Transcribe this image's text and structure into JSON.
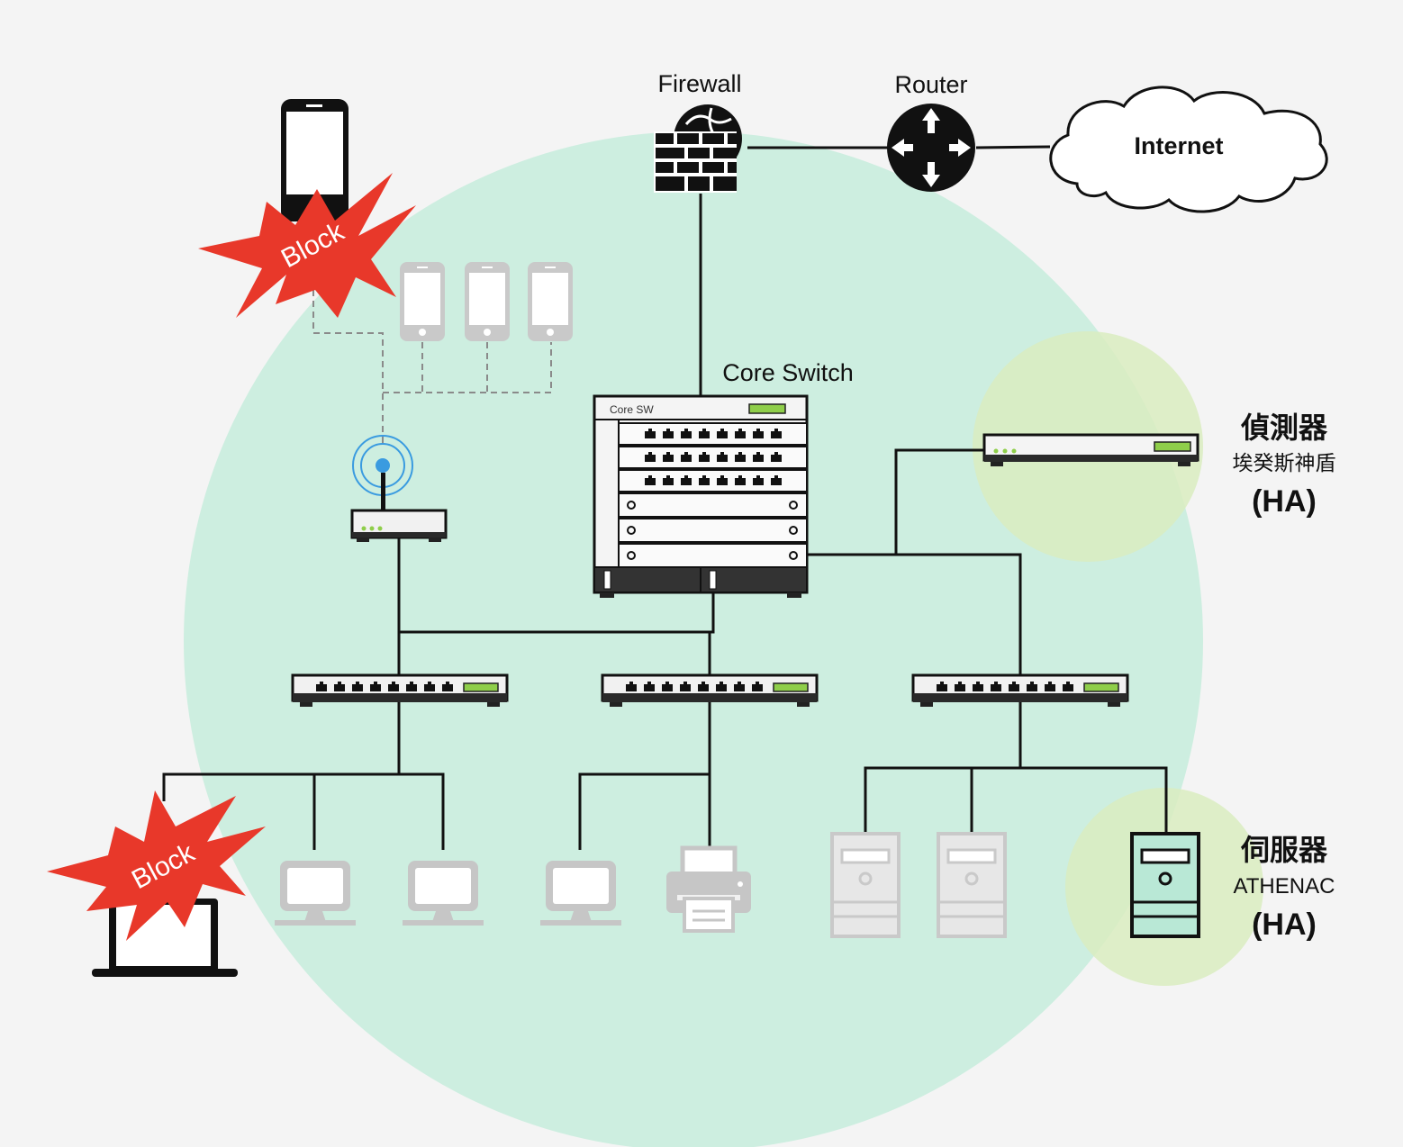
{
  "labels": {
    "firewall": "Firewall",
    "router": "Router",
    "internet": "Internet",
    "core_switch": "Core Switch",
    "core_sw_panel": "Core SW",
    "block_top": "Block",
    "block_bottom": "Block",
    "detector_title": "偵測器",
    "detector_product": "埃癸斯神盾",
    "detector_ha": "(HA)",
    "server_title": "伺服器",
    "server_product": "ATHENAC",
    "server_ha": "(HA)"
  },
  "colors": {
    "zone": "#cdeee0",
    "ha_zone": "#d9ecc0",
    "block": "#e8382a",
    "led": "#8fce4a",
    "wifi": "#3a9be0",
    "server_active": "#b9e8d6"
  },
  "icons": [
    "phone-icon",
    "firewall-icon",
    "router-icon",
    "cloud-icon",
    "core-switch-icon",
    "wifi-router-icon",
    "access-switch-icon",
    "monitor-icon",
    "printer-icon",
    "server-icon",
    "laptop-icon",
    "sensor-appliance-icon"
  ]
}
